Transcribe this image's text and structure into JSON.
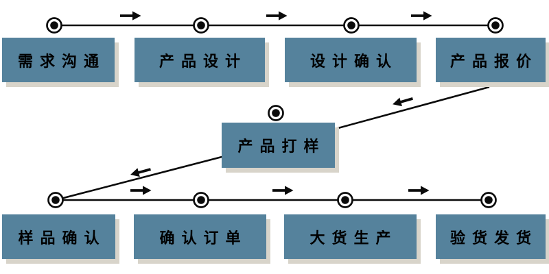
{
  "diagram": {
    "type": "process-flow",
    "background_color": "#ffffff",
    "box_fill_color": "#55829C",
    "box_shadow_color": "#D8D4CA",
    "line_color": "#0b0b0b",
    "text_color": "#000000",
    "top_row_steps": [
      {
        "label": "需求沟通"
      },
      {
        "label": "产品设计"
      },
      {
        "label": "设计确认"
      },
      {
        "label": "产品报价"
      }
    ],
    "middle_step": {
      "label": "产品打样"
    },
    "bottom_row_steps": [
      {
        "label": "样品确认"
      },
      {
        "label": "确认订单"
      },
      {
        "label": "大货生产"
      },
      {
        "label": "验货发货"
      }
    ],
    "icons": {
      "milestone_node": "bullseye-icon",
      "forward_arrow": "→",
      "backward_arrow": "←"
    }
  }
}
